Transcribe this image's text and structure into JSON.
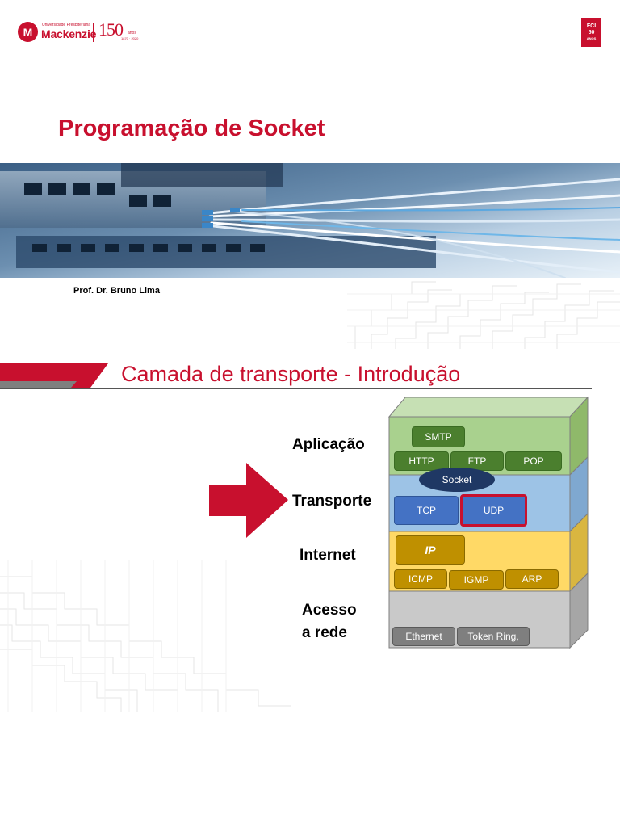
{
  "slide1": {
    "logo": {
      "initial": "M",
      "small_text": "Universidade Presbiteriana",
      "name": "Mackenzie",
      "anniversary": "150",
      "anniversary_suffix": "anos",
      "years": "1870 · 2020"
    },
    "badge": {
      "line1": "FCI",
      "line2": "50",
      "line3": "ANOS"
    },
    "title": "Programação de Socket",
    "author": "Prof. Dr. Bruno Lima"
  },
  "slide2": {
    "title": "Camada de transporte - Introdução",
    "layers": [
      {
        "name": "Aplicação"
      },
      {
        "name": "Transporte"
      },
      {
        "name": "Internet"
      },
      {
        "name": "Acesso\na rede"
      }
    ],
    "application_protocols": [
      "SMTP",
      "HTTP",
      "FTP",
      "POP"
    ],
    "socket_label": "Socket",
    "transport_protocols": [
      "TCP",
      "UDP"
    ],
    "internet_protocols": [
      "IP",
      "ICMP",
      "IGMP",
      "ARP"
    ],
    "access_protocols": [
      "Ethernet",
      "Token Ring,"
    ],
    "highlighted_protocol": "UDP",
    "colors": {
      "brand_red": "#c8102e",
      "application_layer": "#a9d18e",
      "transport_layer": "#9dc3e6",
      "internet_layer": "#ffd966",
      "access_layer": "#c9c9c9"
    }
  }
}
